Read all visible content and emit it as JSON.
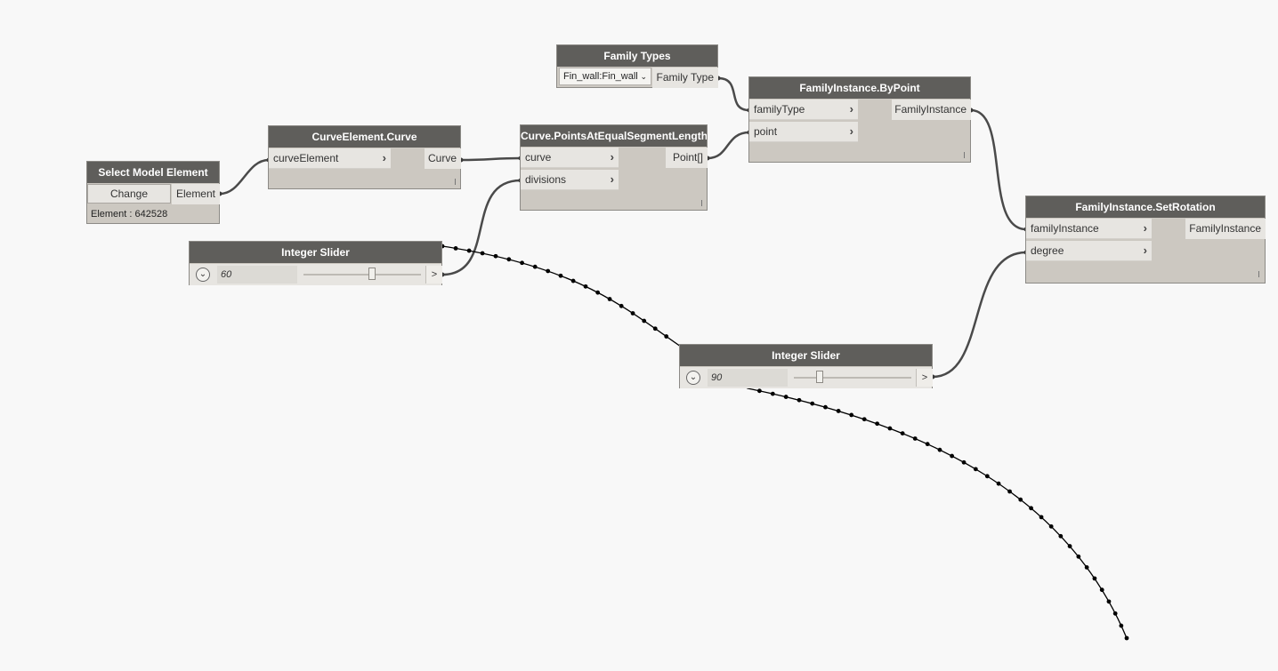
{
  "nodes": {
    "select_model": {
      "title": "Select Model Element",
      "change_label": "Change",
      "output": "Element",
      "element_text": "Element : 642528"
    },
    "curve_element": {
      "title": "CurveElement.Curve",
      "input": "curveElement",
      "output": "Curve"
    },
    "points_at_equal": {
      "title": "Curve.PointsAtEqualSegmentLength",
      "inputs": [
        "curve",
        "divisions"
      ],
      "output": "Point[]"
    },
    "family_types": {
      "title": "Family Types",
      "selected": "Fin_wall:Fin_wall",
      "output": "Family Type"
    },
    "by_point": {
      "title": "FamilyInstance.ByPoint",
      "inputs": [
        "familyType",
        "point"
      ],
      "output": "FamilyInstance"
    },
    "set_rotation": {
      "title": "FamilyInstance.SetRotation",
      "inputs": [
        "familyInstance",
        "degree"
      ],
      "output": "FamilyInstance"
    },
    "slider_divisions": {
      "title": "Integer Slider",
      "value": "60",
      "level": 0.58
    },
    "slider_degree": {
      "title": "Integer Slider",
      "value": "90",
      "level": 0.22
    }
  },
  "icons": {
    "port_chevron": "›",
    "expand": "⌄",
    "increment": ">",
    "dropdown_arrow": "⌄"
  },
  "colors": {
    "background": "#f8f8f8",
    "node_header": "#5f5e5b",
    "node_body": "#ccc8c1",
    "wire": "#4a4a4a",
    "curve": "#000000"
  }
}
